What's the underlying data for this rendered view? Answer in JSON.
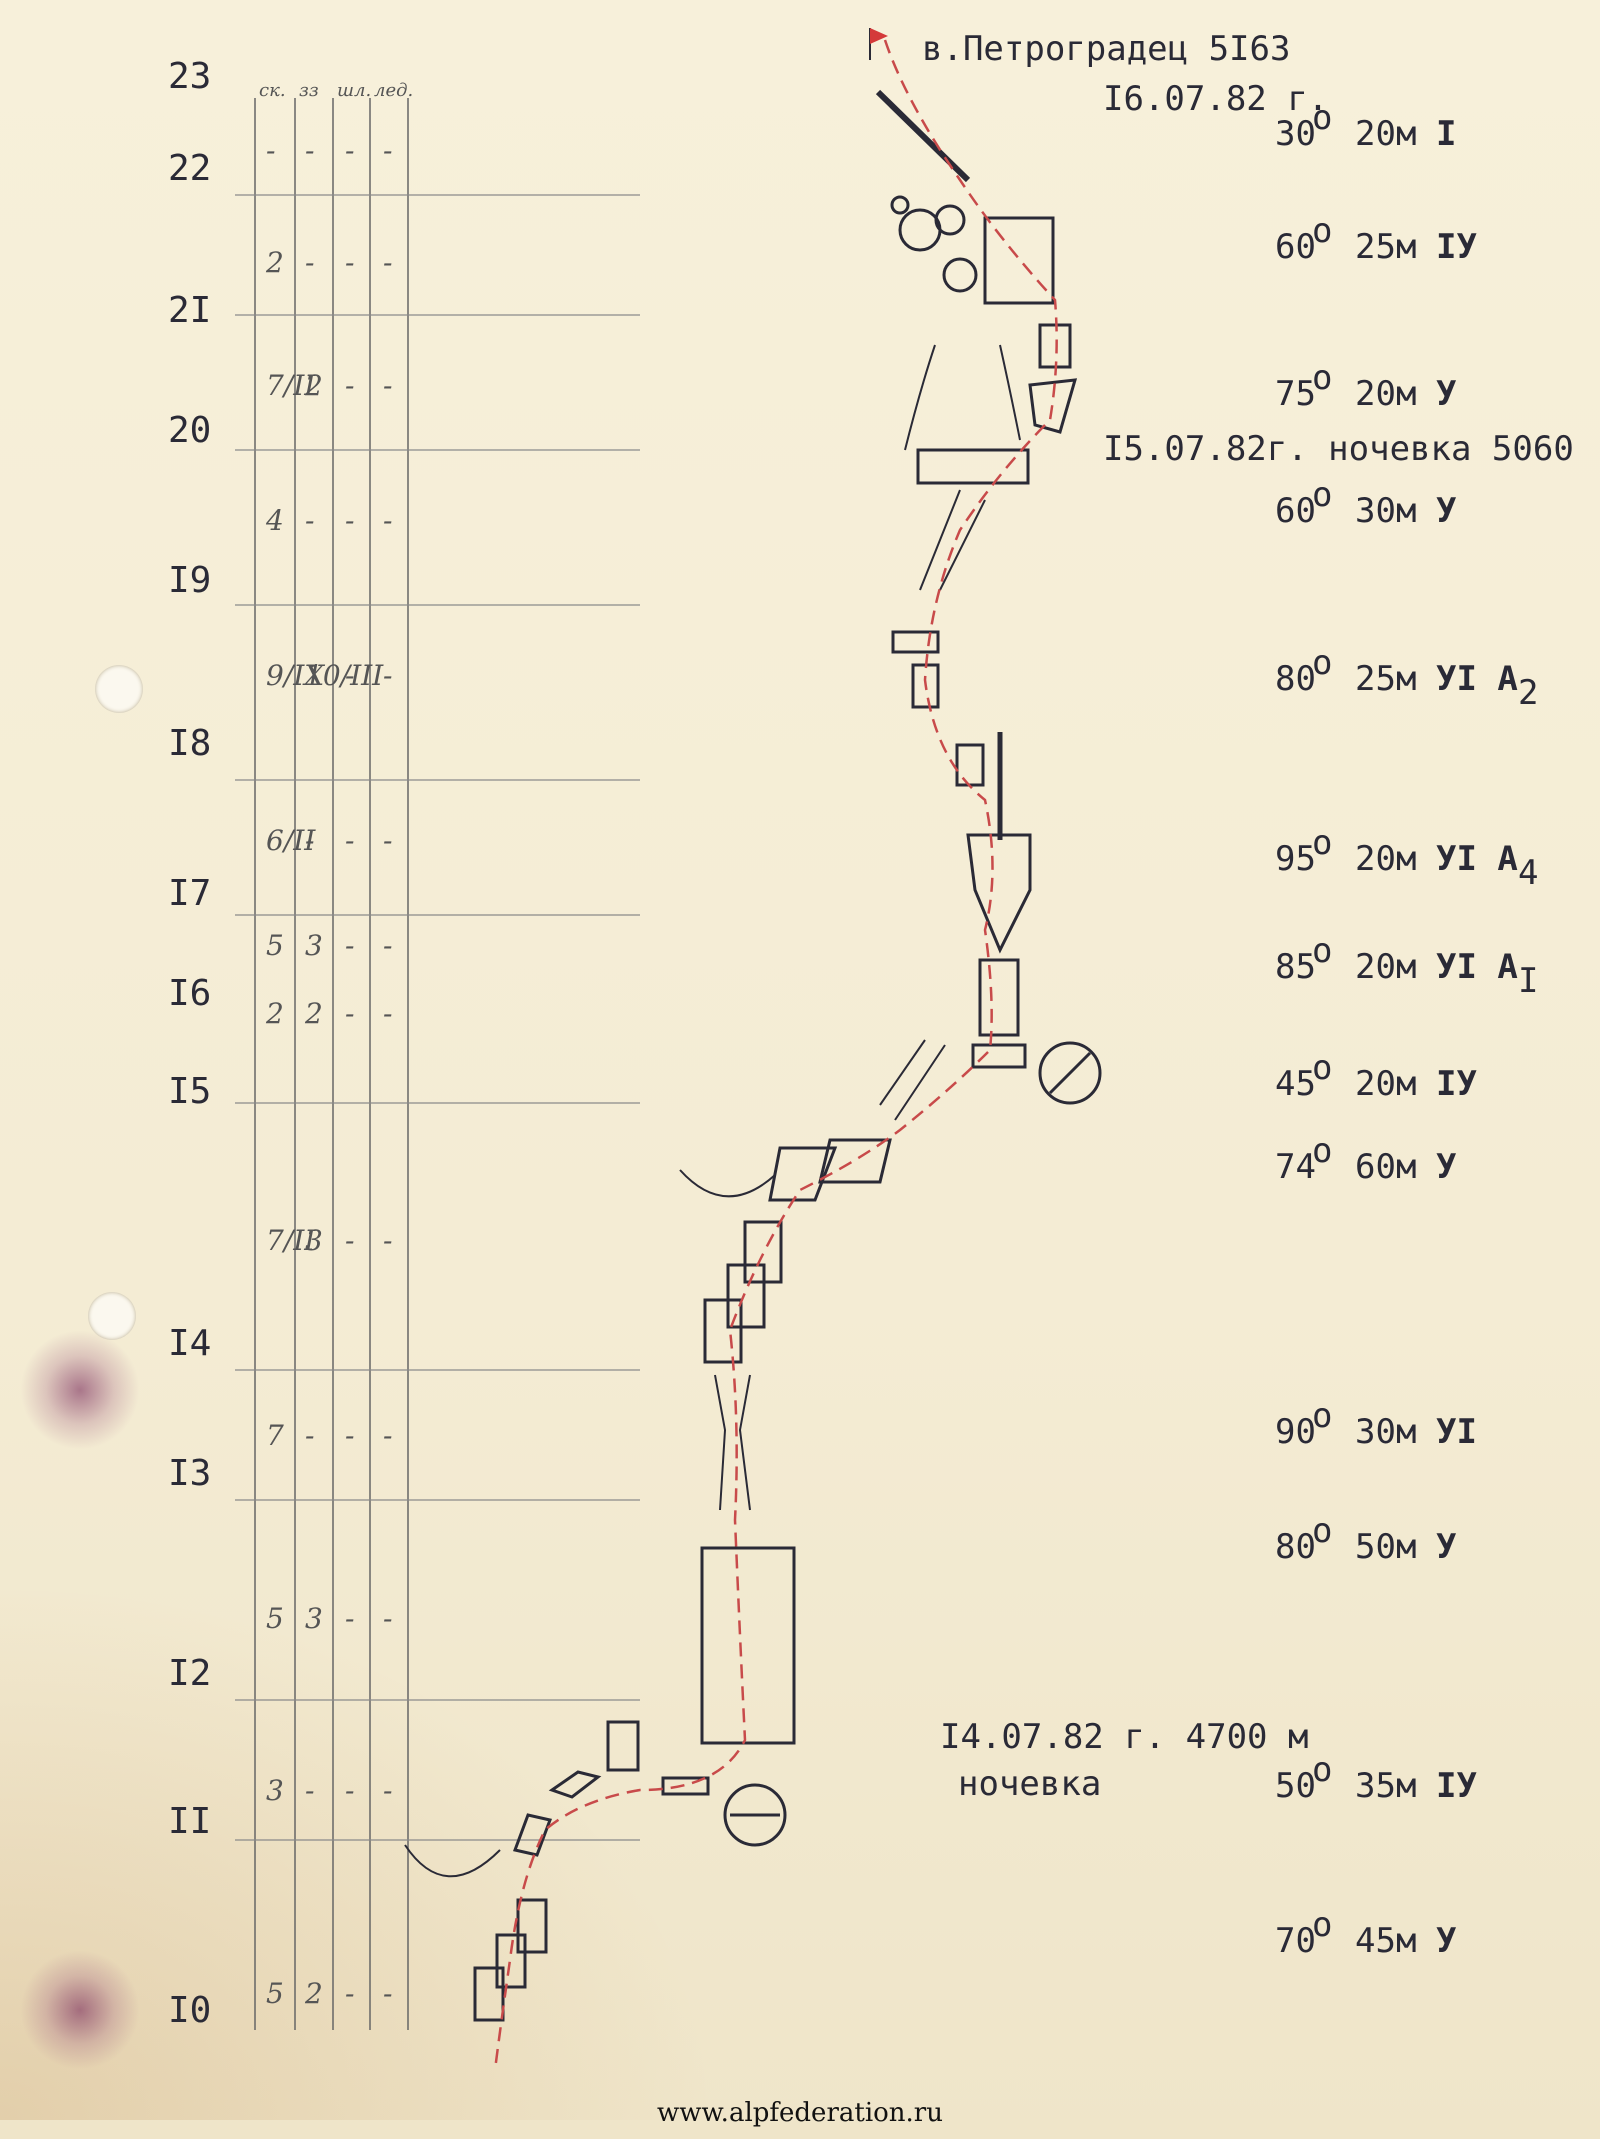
{
  "header": {
    "peak": "в.Петроградец  5I63",
    "summit_date": "I6.07.82 г.",
    "bivouac_2": "I5.07.82г. ночевка 5060",
    "bivouac_1_date": "I4.07.82 г.  4700 м",
    "bivouac_1_label": "ночевка"
  },
  "column_headers": [
    "ск.",
    "зз",
    "шл.",
    "лед."
  ],
  "elevation_labels": [
    "23",
    "22",
    "2I",
    "20",
    "I9",
    "I8",
    "I7",
    "I6",
    "I5",
    "I4",
    "I3",
    "I2",
    "II",
    "I0"
  ],
  "table_marks": [
    [
      "-",
      "-",
      "-",
      "-"
    ],
    [
      "2",
      "-",
      "-",
      "-"
    ],
    [
      "7/II",
      "2",
      "-",
      "-"
    ],
    [
      "4",
      "-",
      "-",
      "-"
    ],
    [
      "9/IX",
      "10/III",
      "-",
      "-"
    ],
    [
      "6/II",
      "-",
      "-",
      "-"
    ],
    [
      "5",
      "3",
      "-",
      "-"
    ],
    [
      "2",
      "2",
      "-",
      "-"
    ],
    [
      "7/II",
      "3",
      "-",
      "-"
    ],
    [
      "7",
      "-",
      "-",
      "-"
    ],
    [
      "5",
      "3",
      "-",
      "-"
    ],
    [
      "3",
      "-",
      "-",
      "-"
    ],
    [
      "5",
      "2",
      "-",
      "-"
    ]
  ],
  "pitches": [
    {
      "angle": "30",
      "length": "20м",
      "cat": "I",
      "sub": ""
    },
    {
      "angle": "60",
      "length": "25м",
      "cat": "IУ",
      "sub": ""
    },
    {
      "angle": "75",
      "length": "20м",
      "cat": "У",
      "sub": ""
    },
    {
      "angle": "60",
      "length": "30м",
      "cat": "У",
      "sub": ""
    },
    {
      "angle": "80",
      "length": "25м",
      "cat": "УI А",
      "sub": "2"
    },
    {
      "angle": "95",
      "length": "20м",
      "cat": "УI А",
      "sub": "4"
    },
    {
      "angle": "85",
      "length": "20м",
      "cat": "УI А",
      "sub": "I"
    },
    {
      "angle": "45",
      "length": "20м",
      "cat": "IУ",
      "sub": ""
    },
    {
      "angle": "74",
      "length": "60м",
      "cat": "У",
      "sub": ""
    },
    {
      "angle": "90",
      "length": "30м",
      "cat": "УI",
      "sub": ""
    },
    {
      "angle": "80",
      "length": "50м",
      "cat": "У",
      "sub": ""
    },
    {
      "angle": "50",
      "length": "35м",
      "cat": "IУ",
      "sub": ""
    },
    {
      "angle": "70",
      "length": "45м",
      "cat": "У",
      "sub": ""
    }
  ],
  "degree_mark": "o",
  "footer": "www.alpfederation.ru",
  "colors": {
    "route": "#c84a4a",
    "ink": "#2a2a36",
    "pencil": "#666"
  }
}
